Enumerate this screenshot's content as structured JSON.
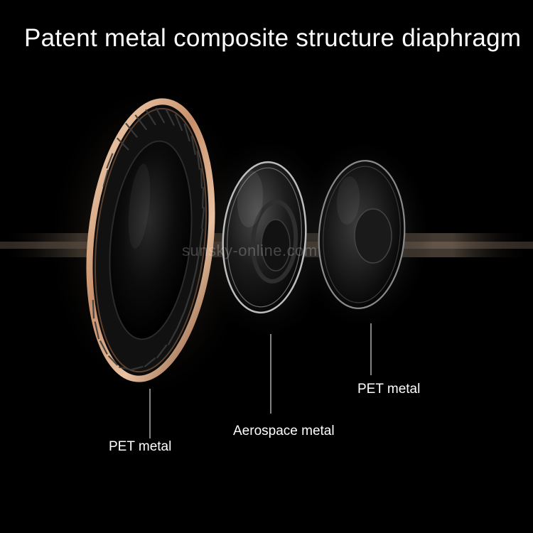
{
  "title": "Patent metal composite structure diaphragm",
  "watermark": "sunsky-online.com",
  "labels": {
    "first": "PET metal",
    "second": "Aerospace metal",
    "third": "PET metal"
  },
  "colors": {
    "background": "#000000",
    "ring": "#d9a882",
    "text": "#ffffff"
  }
}
